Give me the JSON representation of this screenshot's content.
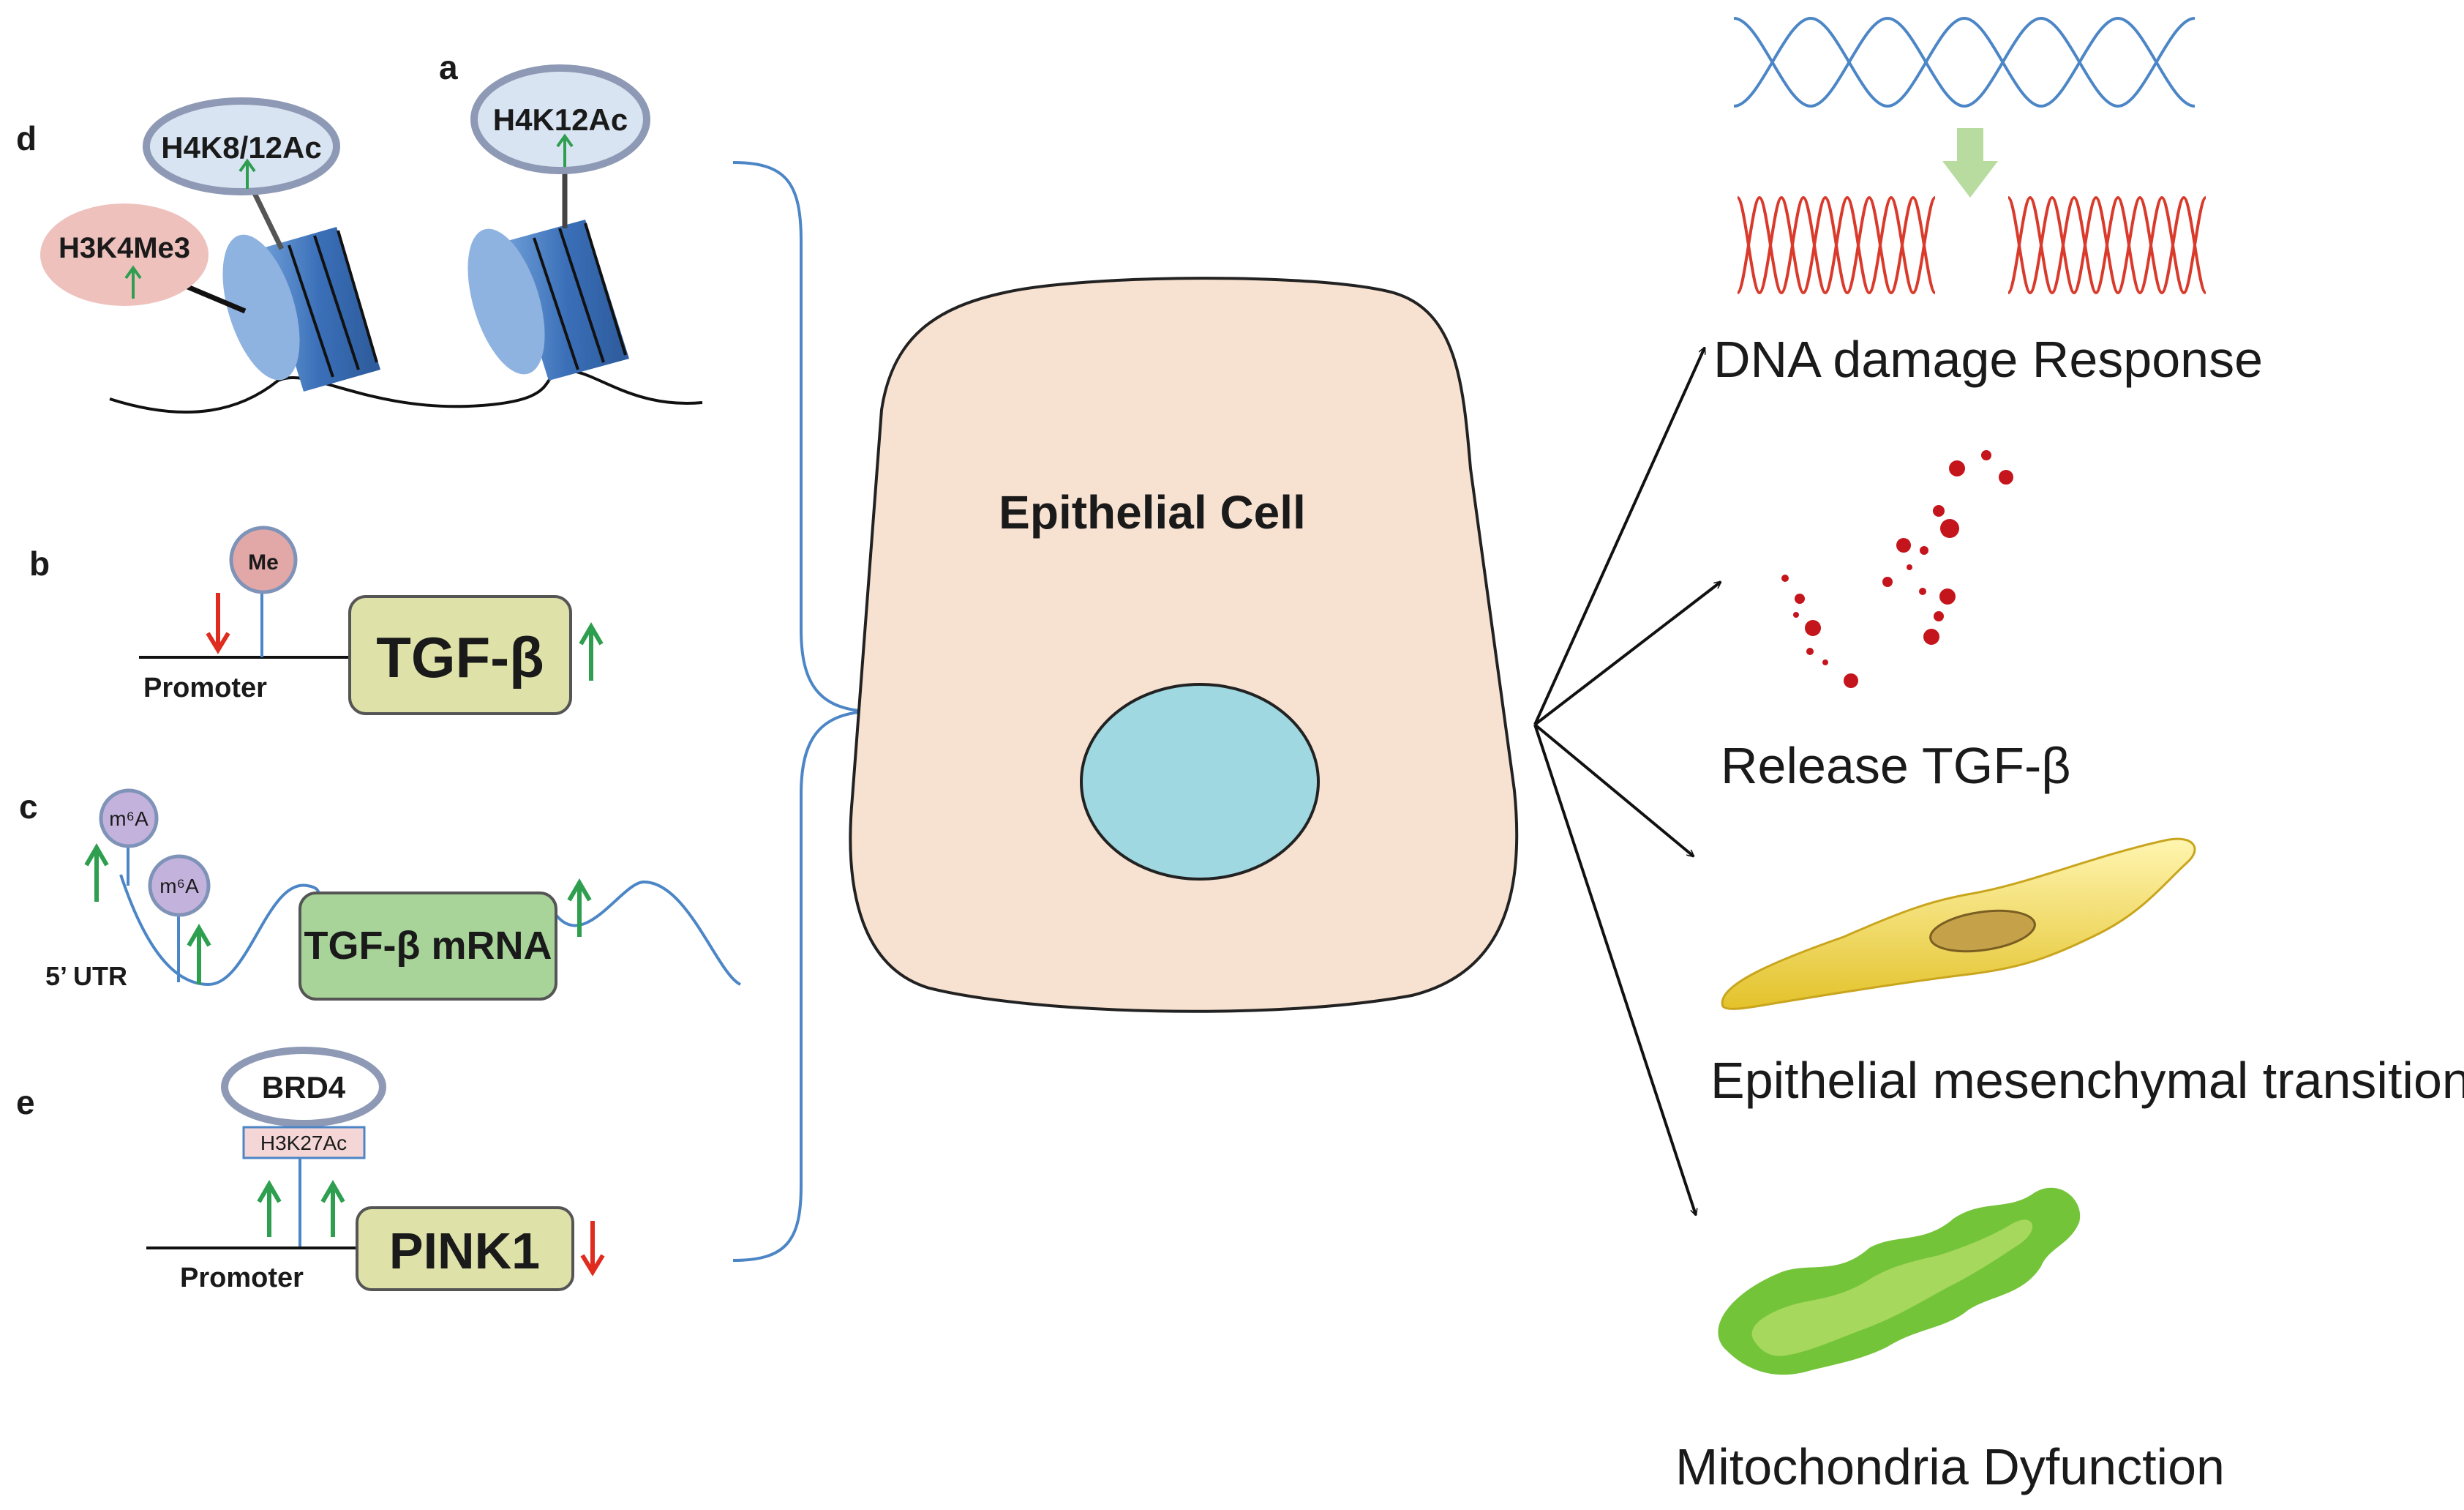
{
  "panels": {
    "a": {
      "letter": "a",
      "mark": "H4K12Ac"
    },
    "d": {
      "letter": "d",
      "mark1": "H4K8/12Ac",
      "mark2": "H3K4Me3"
    },
    "b": {
      "letter": "b",
      "methyl": "Me",
      "promoter": "Promoter",
      "gene": "TGF-β"
    },
    "c": {
      "letter": "c",
      "mod1": "m⁶A",
      "mod2": "m⁶A",
      "utr": "5’ UTR",
      "gene": "TGF-β mRNA"
    },
    "e": {
      "letter": "e",
      "reader": "BRD4",
      "mark": "H3K27Ac",
      "promoter": "Promoter",
      "gene": "PINK1"
    }
  },
  "cell": {
    "label": "Epithelial Cell"
  },
  "outcomes": {
    "dna": "DNA damage Response",
    "tgf": "Release TGF-β",
    "emt": "Epithelial mesenchymal transition",
    "mito": "Mitochondria Dyfunction"
  },
  "colors": {
    "up": "#2e9e4f",
    "down": "#e02b1f",
    "nucleosome": "#3a6fb8",
    "cell": "#f7e1d1",
    "nucleus": "#9fd8e0",
    "gene_box": "#dfe2a8",
    "mrna_box": "#a8d49a",
    "mito": "#74c43a",
    "dna_blue": "#4c86c6",
    "dna_red": "#d93a2b"
  }
}
